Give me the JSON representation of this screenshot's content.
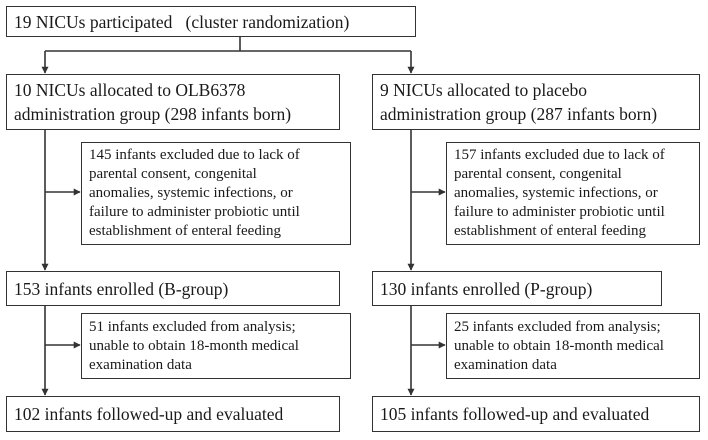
{
  "flow": {
    "top": {
      "text": "19 NICUs participated   (cluster randomization)"
    },
    "left": {
      "allocated": {
        "lines": [
          "10 NICUs allocated to OLB6378",
          "administration group (298 infants born)"
        ]
      },
      "excluded1": {
        "lines": [
          "145 infants excluded due to lack of",
          "parental consent, congenital",
          "anomalies, systemic infections, or",
          "failure to administer probiotic until",
          "establishment of enteral feeding"
        ]
      },
      "enrolled": {
        "text": "153 infants enrolled (B-group)"
      },
      "excluded2": {
        "lines": [
          "51 infants excluded from analysis;",
          "unable to obtain 18-month medical",
          "examination data"
        ]
      },
      "followed": {
        "text": "102 infants followed-up and evaluated"
      }
    },
    "right": {
      "allocated": {
        "lines": [
          "9 NICUs allocated to placebo",
          "administration group (287 infants born)"
        ]
      },
      "excluded1": {
        "lines": [
          "157 infants excluded due to lack of",
          "parental consent, congenital",
          "anomalies, systemic infections, or",
          "failure to administer probiotic until",
          "establishment of enteral feeding"
        ]
      },
      "enrolled": {
        "text": "130 infants enrolled (P-group)"
      },
      "excluded2": {
        "lines": [
          "25 infants excluded from analysis;",
          "unable to obtain 18-month medical",
          "examination data"
        ]
      },
      "followed": {
        "text": "105 infants followed-up and evaluated"
      }
    }
  }
}
